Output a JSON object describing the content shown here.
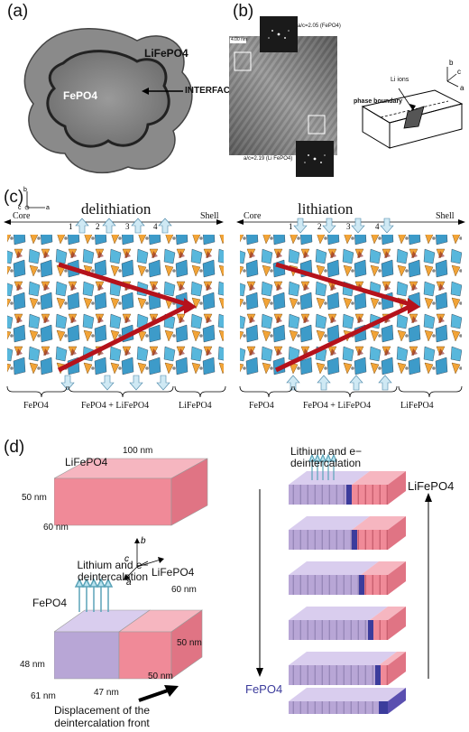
{
  "panels": {
    "a": {
      "label": "(a)",
      "outer_phase": "LiFePO4",
      "inner_phase": "FePO4",
      "interface": "INTERFACE"
    },
    "b": {
      "label": "(b)",
      "scale_bar": "4.00 nm",
      "fft_top_caption": "a/c=2.05 (FePO4)",
      "fft_bottom_caption": "a/c=2.19 (Li FePO4)",
      "li_ions": "Li ions",
      "phase_boundary": "phase boundary",
      "axes": [
        "b",
        "c",
        "a"
      ]
    },
    "c": {
      "label": "(c)",
      "axes": [
        "b",
        "c",
        "a"
      ],
      "left_title": "delithiation",
      "right_title": "lithiation",
      "core": "Core",
      "shell": "Shell",
      "numbers": [
        "1",
        "2",
        "3",
        "4"
      ],
      "bottom_labels": [
        "FePO4",
        "FePO4 + LiFePO4",
        "LiFePO4"
      ]
    },
    "d": {
      "label": "(d)",
      "crystal_label": "LiFePO4",
      "dim_100": "100 nm",
      "dim_50": "50 nm",
      "dim_60": "60 nm",
      "axes": [
        "b",
        "c",
        "a"
      ],
      "deintercalation_left": "Lithium and e− deintercalation",
      "left_lifepo4": "LiFePO4",
      "left_fepo4": "FePO4",
      "left_60": "60 nm",
      "left_50a": "50 nm",
      "left_48": "48 nm",
      "left_61": "61 nm",
      "left_47": "47 nm",
      "left_50b": "50 nm",
      "displacement": "Displacement of the deintercalation front",
      "deintercalation_right": "Lithium and e− deintercalation",
      "right_lifepo4": "LiFePO4",
      "right_fepo4": "FePO4"
    }
  },
  "colors": {
    "lifepo4_pink": "#f08a98",
    "fepo4_lilac": "#b8a6d6",
    "fepo4_dark": "#3c3c9c",
    "arrow_red": "#b5121b",
    "poly_blue": "#58b7dc",
    "poly_orange": "#f2a437"
  }
}
